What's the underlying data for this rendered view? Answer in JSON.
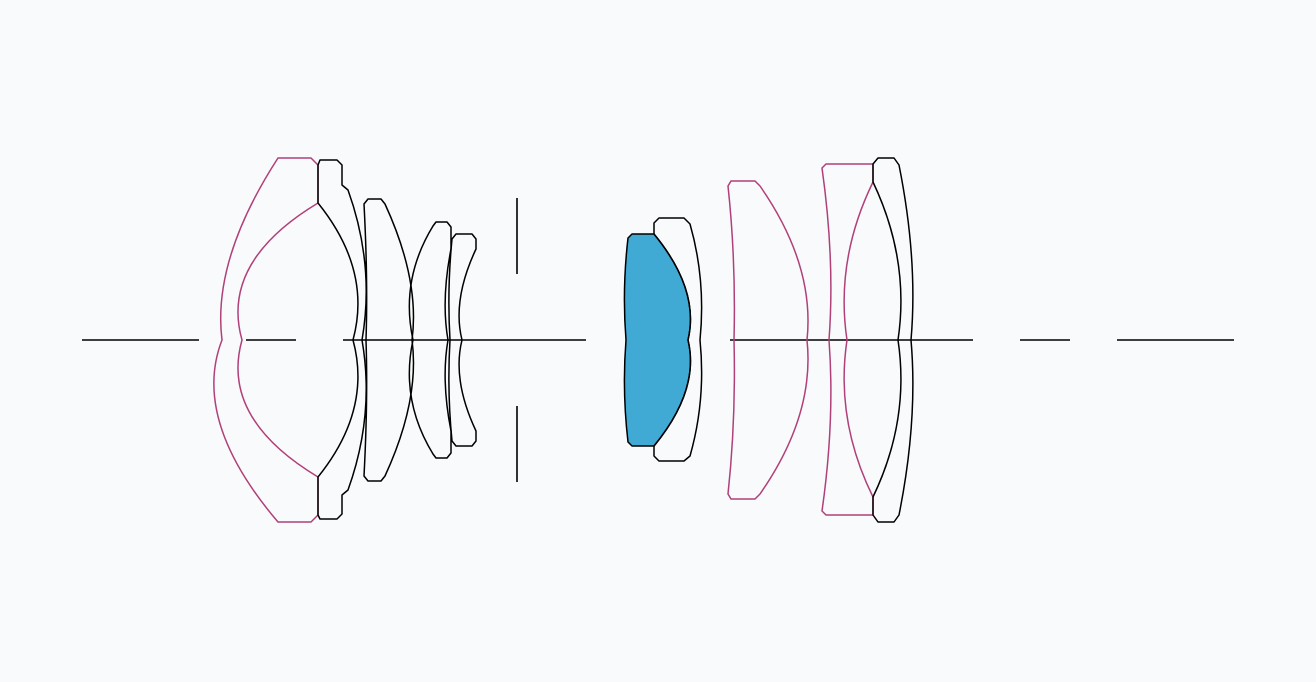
{
  "diagram": {
    "type": "optical-lens-construction",
    "colors": {
      "background": "#f9fafb",
      "standard_element": "#000000",
      "special_element": "#b0407a",
      "aspherical_fill": "#40aad4",
      "outline": "#000000",
      "axis": "#000000"
    },
    "element_kinds": [
      "standard",
      "special-low-dispersion",
      "aspherical"
    ],
    "elements": [
      {
        "id": 1,
        "kind": "special-low-dispersion"
      },
      {
        "id": 2,
        "kind": "standard"
      },
      {
        "id": 3,
        "kind": "standard"
      },
      {
        "id": 4,
        "kind": "standard"
      },
      {
        "id": 5,
        "kind": "standard"
      },
      {
        "id": 6,
        "kind": "aspherical"
      },
      {
        "id": 7,
        "kind": "standard"
      },
      {
        "id": 8,
        "kind": "special-low-dispersion"
      },
      {
        "id": 9,
        "kind": "special-low-dispersion"
      },
      {
        "id": 10,
        "kind": "standard"
      }
    ],
    "aperture_stop": true
  }
}
